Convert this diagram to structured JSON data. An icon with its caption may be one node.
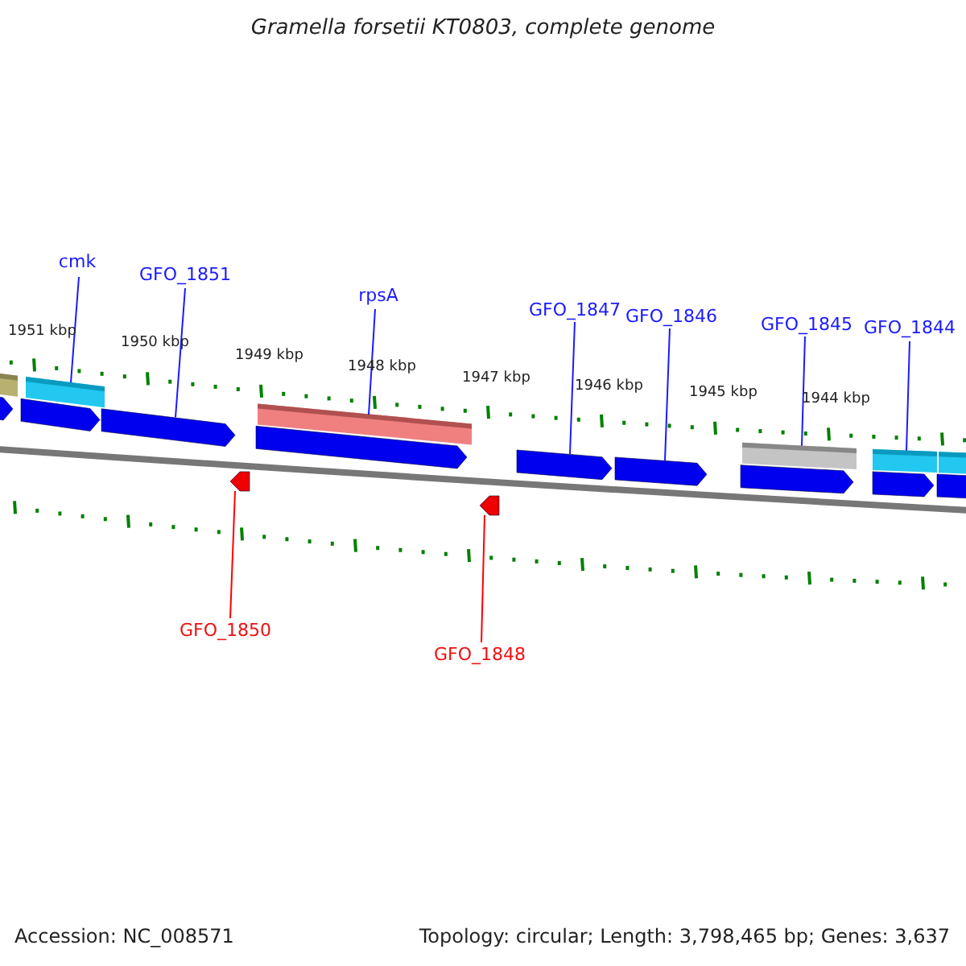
{
  "diagram": {
    "title": "Gramella forsetii KT0803, complete genome",
    "nodes": [
      {
        "text": [
          "cmk"
        ]
      },
      {
        "text": [
          "GFO_1851"
        ]
      },
      {
        "text": [
          "rpsA"
        ]
      },
      {
        "text": [
          "GFO_1847"
        ]
      },
      {
        "text": [
          "GFO_1846"
        ]
      },
      {
        "text": [
          "GFO_1845"
        ]
      },
      {
        "text": [
          "GFO_1844"
        ]
      },
      {
        "text": [],
        "shape": "bar"
      },
      {
        "text": [],
        "shape": "bar"
      },
      {
        "text": [],
        "shape": "bar"
      },
      {
        "text": [],
        "shape": "bar"
      },
      {
        "text": [],
        "shape": "bar"
      },
      {
        "text": [],
        "shape": "bar"
      },
      {
        "text": [],
        "shape": "arrow"
      },
      {
        "text": [],
        "shape": "arrow"
      },
      {
        "text": [],
        "shape": "arrow"
      },
      {
        "text": [],
        "shape": "arrow"
      },
      {
        "text": [],
        "shape": "arrow"
      },
      {
        "text": [],
        "shape": "arrow"
      },
      {
        "text": [],
        "shape": "arrow"
      },
      {
        "text": [],
        "shape": "arrow"
      },
      {
        "text": [],
        "shape": "arrow"
      },
      {
        "text": [],
        "shape": "arrow"
      },
      {
        "text": [],
        "shape": "arrow"
      },
      {
        "text": [
          "GFO_1850"
        ]
      },
      {
        "text": [
          "GFO_1848"
        ]
      }
    ],
    "edges": [
      {
        "from": 0,
        "to": 8,
        "arrow": "none"
      },
      {
        "from": 1,
        "to": 15,
        "arrow": "none"
      },
      {
        "from": 2,
        "to": 9,
        "arrow": "none"
      },
      {
        "from": 3,
        "to": 17,
        "arrow": "none"
      },
      {
        "from": 4,
        "to": 18,
        "arrow": "none"
      },
      {
        "from": 5,
        "to": 10,
        "arrow": "none"
      },
      {
        "from": 6,
        "to": 11,
        "arrow": "none"
      },
      {
        "from": 24,
        "to": 22,
        "arrow": "none",
        "color": "#ff0000"
      },
      {
        "from": 25,
        "to": 23,
        "arrow": "none",
        "color": "#ff0000"
      }
    ],
    "labels": [
      "1951 kbp",
      "1950 kbp",
      "1949 kbp",
      "1948 kbp",
      "1947 kbp",
      "1946 kbp",
      "1945 kbp",
      "1944 kbp",
      "Accession: NC_008571",
      "Topology: circular; Length: 3,798,465 bp; Genes: 3,637"
    ]
  }
}
